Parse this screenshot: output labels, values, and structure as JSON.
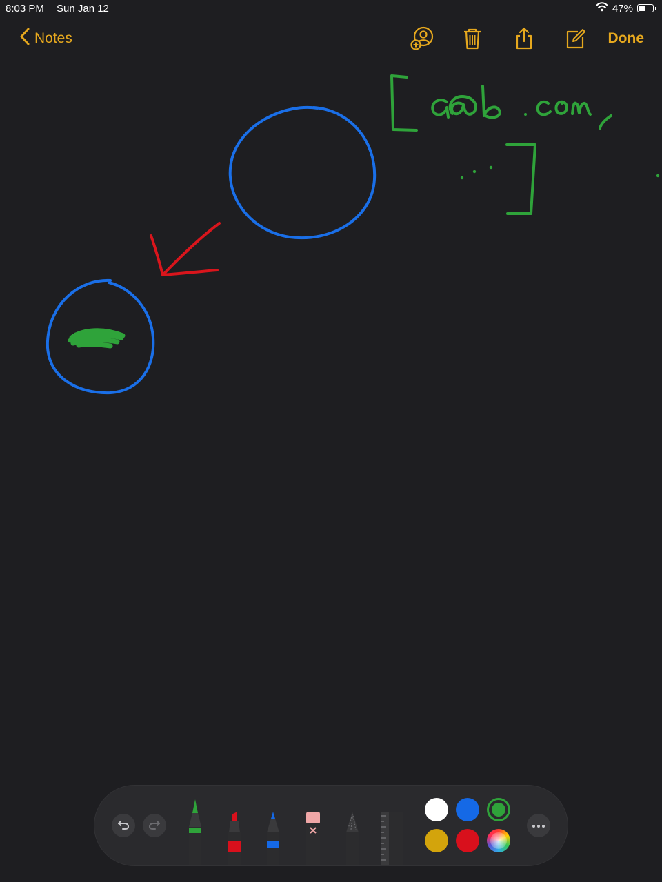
{
  "status_bar": {
    "time": "8:03 PM",
    "date": "Sun Jan 12",
    "battery_percent": "47%",
    "battery_level": 0.47,
    "wifi_icon": "wifi-icon"
  },
  "nav": {
    "back_label": "Notes",
    "done_label": "Done",
    "icons": [
      "add-collaborator-icon",
      "trash-icon",
      "share-icon",
      "compose-icon"
    ],
    "accent_color": "#e6a81e"
  },
  "drawing": {
    "handwritten_text": "[a@b.com, ...]",
    "stroke_colors": {
      "blue": "#1a6fe8",
      "red": "#d9151c",
      "green": "#2fa33a"
    }
  },
  "toolbar": {
    "tools": [
      "pen",
      "marker",
      "pencil",
      "eraser",
      "lasso",
      "ruler"
    ],
    "selected_color": "green",
    "colors": [
      {
        "name": "white",
        "hex": "#ffffff"
      },
      {
        "name": "blue",
        "hex": "#1569e6"
      },
      {
        "name": "green",
        "hex": "#2fa33a"
      },
      {
        "name": "yellow",
        "hex": "#d3a40c"
      },
      {
        "name": "red",
        "hex": "#d8101c"
      },
      {
        "name": "color-picker",
        "hex": "multicolor"
      }
    ]
  }
}
